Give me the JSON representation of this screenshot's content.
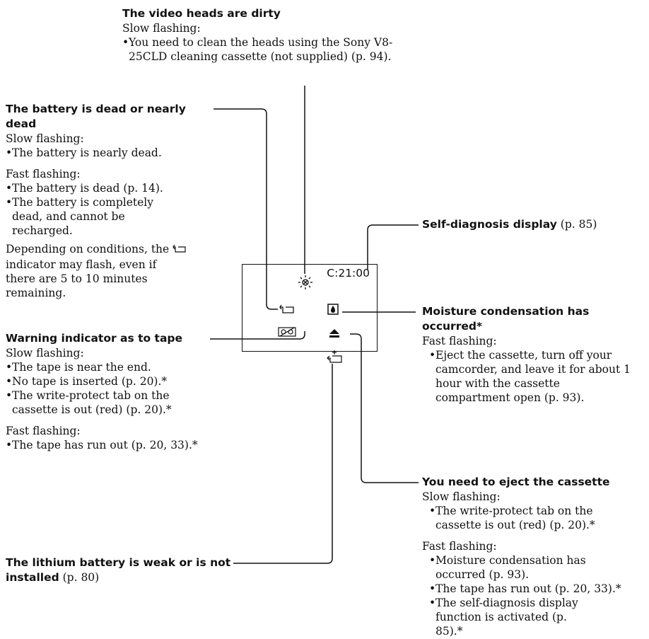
{
  "heads": {
    "heading": "The video heads are dirty",
    "sub": "Slow flashing:",
    "bullets": [
      "You need to clean the heads using the Sony V8-25CLD cleaning cassette (not supplied) (p. 94)."
    ]
  },
  "battery": {
    "heading": "The battery is dead or nearly dead",
    "slow_label": "Slow flashing:",
    "slow_bullets": [
      "The battery is nearly dead."
    ],
    "fast_label": "Fast flashing:",
    "fast_bullets": [
      "The battery is dead (p. 14).",
      "The battery is completely dead, and cannot be recharged."
    ],
    "note_before": "Depending on conditions, the",
    "note_after": "indicator may flash, even if there are 5 to 10 minutes remaining."
  },
  "tape": {
    "heading": "Warning indicator as to tape",
    "slow_label": "Slow flashing:",
    "slow_bullets": [
      "The tape is near the end.",
      "No tape is inserted (p. 20).*",
      "The write-protect tab on the cassette is out (red) (p. 20).*"
    ],
    "fast_label": "Fast flashing:",
    "fast_bullets": [
      "The tape has run out (p. 20, 33).*"
    ]
  },
  "lithium": {
    "heading": "The lithium battery is weak or is not installed",
    "ref": " (p. 80)"
  },
  "selfdiag": {
    "heading": "Self-diagnosis display",
    "ref": " (p. 85)"
  },
  "moisture": {
    "heading": "Moisture condensation has occurred*",
    "sub": "Fast flashing:",
    "bullets": [
      "Eject the cassette, turn off your camcorder, and leave it for about 1 hour with the cassette compartment open (p. 93)."
    ]
  },
  "eject": {
    "heading": "You need to eject the cassette",
    "slow_label": "Slow flashing:",
    "slow_bullets": [
      "The write-protect tab on the cassette is out (red) (p. 20).*"
    ],
    "fast_label": "Fast flashing:",
    "fast_bullets": [
      "Moisture condensation has occurred (p. 93).",
      "The tape has run out (p. 20, 33).*",
      "The self-diagnosis display function is activated (p. 85).*"
    ]
  },
  "display": {
    "code": "C:21:00",
    "icons": [
      "dirty-heads-icon",
      "battery-icon",
      "moisture-icon",
      "tape-warning-icon",
      "eject-icon",
      "lithium-battery-icon"
    ]
  }
}
